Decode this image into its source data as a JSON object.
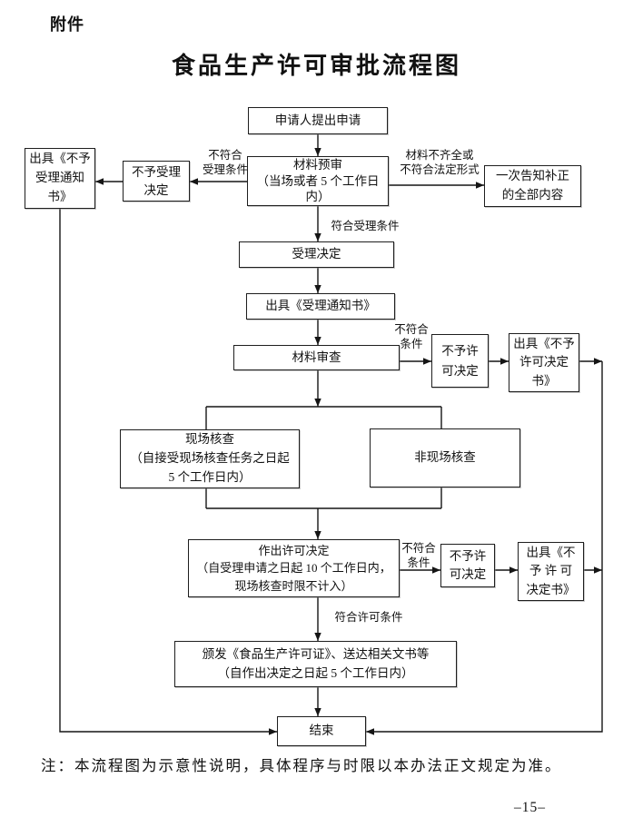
{
  "page": {
    "attachment_label": "附件",
    "title": "食品生产许可审批流程图",
    "note": "注：本流程图为示意性说明，具体程序与时限以本办法正文规定为准。",
    "page_number": "–15–"
  },
  "nodes": {
    "apply": {
      "lines": [
        "申请人提出申请"
      ]
    },
    "presub": {
      "lines": [
        "材料预审",
        "（当场或者 5 个工作日",
        "内）"
      ]
    },
    "norej": {
      "lines": [
        "不予受理",
        "决定"
      ]
    },
    "noaccdoc": {
      "lines": [
        "出具《不予",
        "受理通知",
        "书》"
      ]
    },
    "onetime": {
      "lines": [
        "一次告知补正",
        "的全部内容"
      ]
    },
    "accept": {
      "lines": [
        "受理决定"
      ]
    },
    "notice": {
      "lines": [
        "出具《受理通知书》"
      ]
    },
    "review": {
      "lines": [
        "材料审查"
      ]
    },
    "nolic1": {
      "lines": [
        "不予许",
        "可决定"
      ]
    },
    "nolicdoc1": {
      "lines": [
        "出具《不予",
        "许可决定",
        "书》"
      ]
    },
    "onsite": {
      "lines": [
        "现场核查",
        "（自接受现场核查任务之日起",
        "5 个工作日内）"
      ]
    },
    "offsite": {
      "lines": [
        "非现场核查"
      ]
    },
    "decision": {
      "lines": [
        "作出许可决定",
        "（自受理申请之日起 10 个工作日内，",
        "现场核查时限不计入）"
      ]
    },
    "nolic2": {
      "lines": [
        "不予许",
        "可决定"
      ]
    },
    "nolicdoc2": {
      "lines": [
        "出具《不",
        "予 许 可",
        "决定书》"
      ]
    },
    "issue": {
      "lines": [
        "颁发《食品生产许可证》、送达相关文书等",
        "（自作出决定之日起 5 个工作日内）"
      ]
    },
    "end": {
      "lines": [
        "结束"
      ]
    }
  },
  "edge_labels": {
    "unmet_accept": {
      "lines": [
        "不符合",
        "受理条件"
      ]
    },
    "incomplete": {
      "lines": [
        "材料不齐全或",
        "不符合法定形式"
      ]
    },
    "meet_accept": {
      "lines": [
        "符合受理条件"
      ]
    },
    "unmet_cond1": {
      "lines": [
        "不符合",
        "条件"
      ]
    },
    "unmet_cond2": {
      "lines": [
        "不符合",
        "条件"
      ]
    },
    "meet_lic": {
      "lines": [
        "符合许可条件"
      ]
    }
  },
  "colors": {
    "line": "#151515",
    "box_border": "#1e1e1e",
    "text": "#111111",
    "background": "#ffffff"
  }
}
